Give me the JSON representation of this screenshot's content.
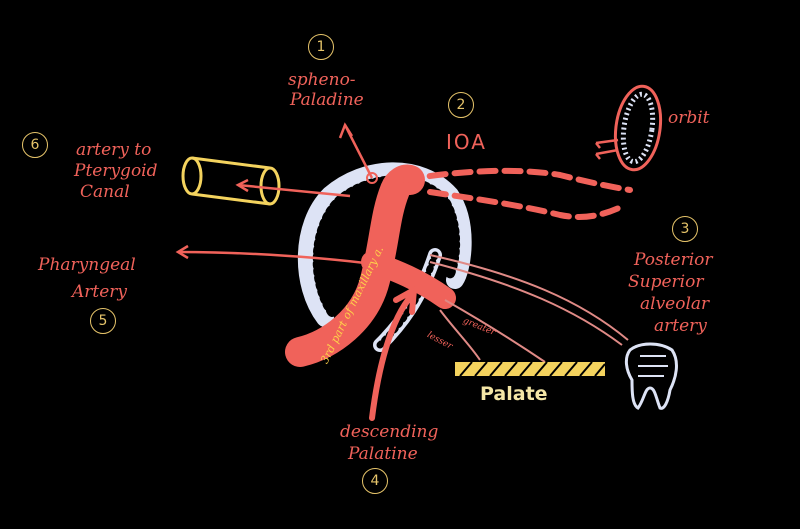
{
  "labels": {
    "spheno_line1": "spheno-",
    "spheno_line2": "Paladine",
    "ioa": "IOA",
    "orbit": "orbit",
    "artery_pterygoid_line1": "artery to",
    "artery_pterygoid_line2": "Pterygoid",
    "artery_pterygoid_line3": "Canal",
    "pharyngeal_line1": "Pharyngeal",
    "pharyngeal_line2": "Artery",
    "posterior_line1": "Posterior",
    "posterior_line2": "Superior",
    "posterior_line3": "alveolar",
    "posterior_line4": "artery",
    "palate": "Palate",
    "descending_line1": "descending",
    "descending_line2": "Palatine",
    "greater": "greater",
    "lesser": "lesser",
    "maxillary": "3rd part of maxillary a."
  },
  "numbers": [
    "1",
    "2",
    "3",
    "4",
    "5",
    "6"
  ],
  "colors": {
    "background": "#000000",
    "artery": "#f0625a",
    "annotation": "#f0625a",
    "number_circle": "#e6c46a",
    "canal": "#f4d35e",
    "bone": "#dde3f5"
  }
}
